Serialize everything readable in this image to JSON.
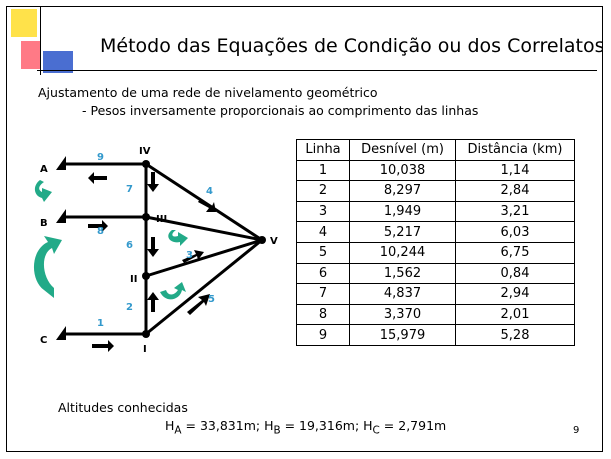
{
  "slide": {
    "title": "Método das Equações de Condição ou dos Correlatos",
    "subtitle": "Ajustamento de uma rede de nivelamento geométrico",
    "bullet": "- Pesos inversamente proporcionais ao comprimento das linhas",
    "page_number": "9"
  },
  "diagram": {
    "points": [
      "A",
      "B",
      "C",
      "I",
      "II",
      "III",
      "IV",
      "V"
    ],
    "line_numbers": [
      "1",
      "2",
      "3",
      "4",
      "5",
      "6",
      "7",
      "8",
      "9"
    ],
    "colors": {
      "line_numbers": "#3399cc",
      "loop_arrows": "#22aa88",
      "lines": "#000000"
    }
  },
  "table": {
    "headers": [
      "Linha",
      "Desnível (m)",
      "Distância (km)"
    ],
    "rows": [
      [
        "1",
        "10,038",
        "1,14"
      ],
      [
        "2",
        "8,297",
        "2,84"
      ],
      [
        "3",
        "1,949",
        "3,21"
      ],
      [
        "4",
        "5,217",
        "6,03"
      ],
      [
        "5",
        "10,244",
        "6,75"
      ],
      [
        "6",
        "1,562",
        "0,84"
      ],
      [
        "7",
        "4,837",
        "2,94"
      ],
      [
        "8",
        "3,370",
        "2,01"
      ],
      [
        "9",
        "15,979",
        "5,28"
      ]
    ]
  },
  "known": {
    "label": "Altitudes conhecidas",
    "ha_label": "H",
    "ha_sub": "A",
    "ha_value": " = 33,831m; ",
    "hb_label": "H",
    "hb_sub": "B",
    "hb_value": " = 19,316m; ",
    "hc_label": "H",
    "hc_sub": "C",
    "hc_value": " = 2,791m"
  }
}
